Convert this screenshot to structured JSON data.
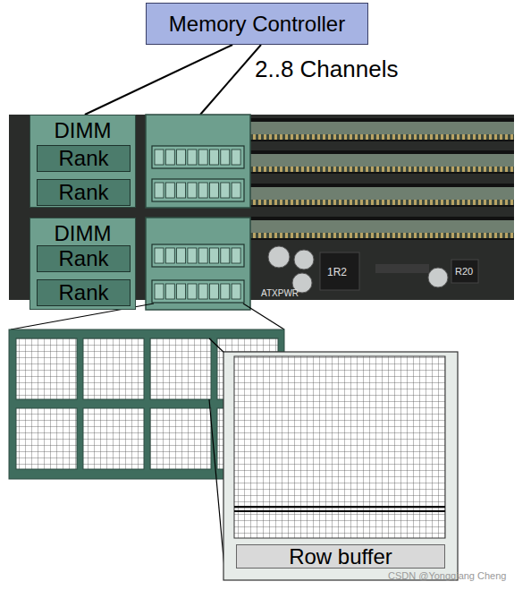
{
  "diagram": {
    "nodes": [
      {
        "text": [
          "Memory Controller"
        ]
      },
      {
        "text": [
          "DIMM"
        ]
      },
      {
        "text": [
          "Rank"
        ],
        "in": 1
      },
      {
        "text": [
          "Rank"
        ],
        "in": 1
      },
      {
        "text": [
          "DIMM"
        ]
      },
      {
        "text": [
          "Rank"
        ],
        "in": 4
      },
      {
        "text": [
          "Rank"
        ],
        "in": 4
      },
      {
        "text": [
          "Row buffer"
        ]
      }
    ],
    "edges": [
      {
        "from": 0,
        "to": 1,
        "arrow": "none"
      }
    ],
    "labels": [
      "2..8 Channels",
      "1R2",
      "R20",
      "ATXPWR",
      "CSDN @Yongqiang Cheng"
    ]
  }
}
